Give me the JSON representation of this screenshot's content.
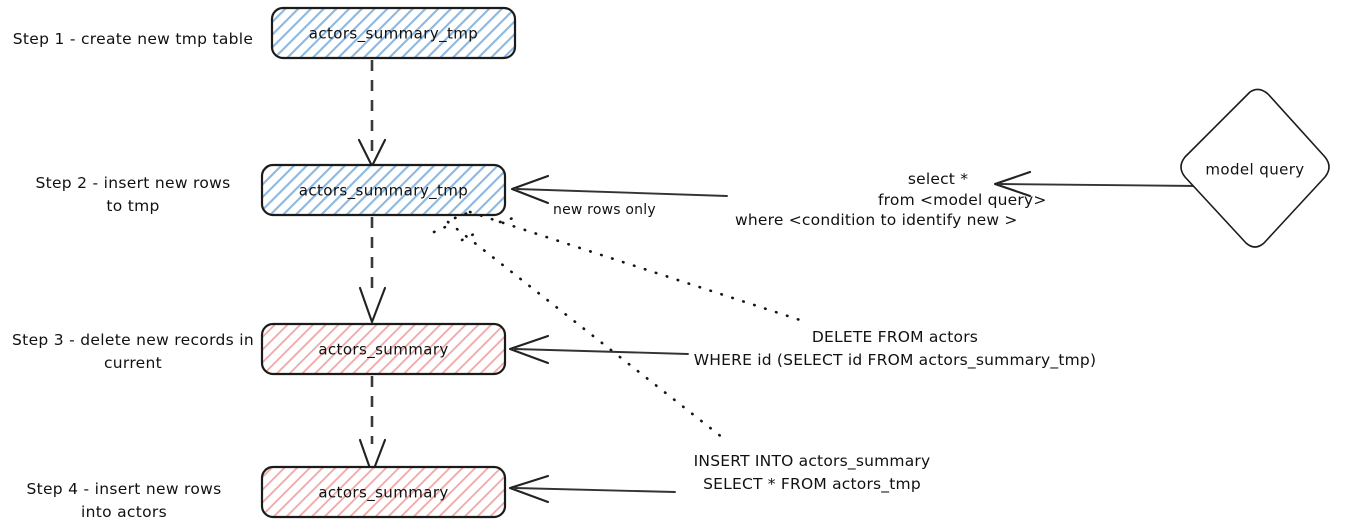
{
  "diagram": {
    "title_present": false,
    "colors": {
      "blue_fill": "#d6e7f7",
      "blue_stripe": "#8cb8e0",
      "red_fill": "#fbe0e0",
      "red_stripe": "#e8a0a0",
      "outline": "#1b1b1b",
      "edge": "#333333",
      "text": "#111111"
    },
    "steps": [
      {
        "id": "step-1",
        "label_line1": "Step 1 - create new tmp table",
        "label_line2": "",
        "node_label": "actors_summary_tmp",
        "node_style": "blue"
      },
      {
        "id": "step-2",
        "label_line1": "Step 2 - insert new rows",
        "label_line2": "to tmp",
        "node_label": "actors_summary_tmp",
        "node_style": "blue"
      },
      {
        "id": "step-3",
        "label_line1": "Step 3 - delete new records in",
        "label_line2": "current",
        "node_label": "actors_summary",
        "node_style": "red"
      },
      {
        "id": "step-4",
        "label_line1": "Step 4 - insert new rows",
        "label_line2": "into actors",
        "node_label": "actors_summary",
        "node_style": "red"
      }
    ],
    "model_query_node": {
      "label": "model query",
      "shape": "diamond"
    },
    "edge_labels": {
      "new_rows_only": "new rows only"
    },
    "annotations": {
      "model_query_sql": [
        "select *",
        "from <model query>",
        "where <condition to identify new >"
      ],
      "delete_sql": [
        "DELETE FROM actors",
        "WHERE id (SELECT id FROM actors_summary_tmp)"
      ],
      "insert_sql": [
        "INSERT INTO actors_summary",
        "SELECT * FROM actors_tmp"
      ]
    }
  }
}
